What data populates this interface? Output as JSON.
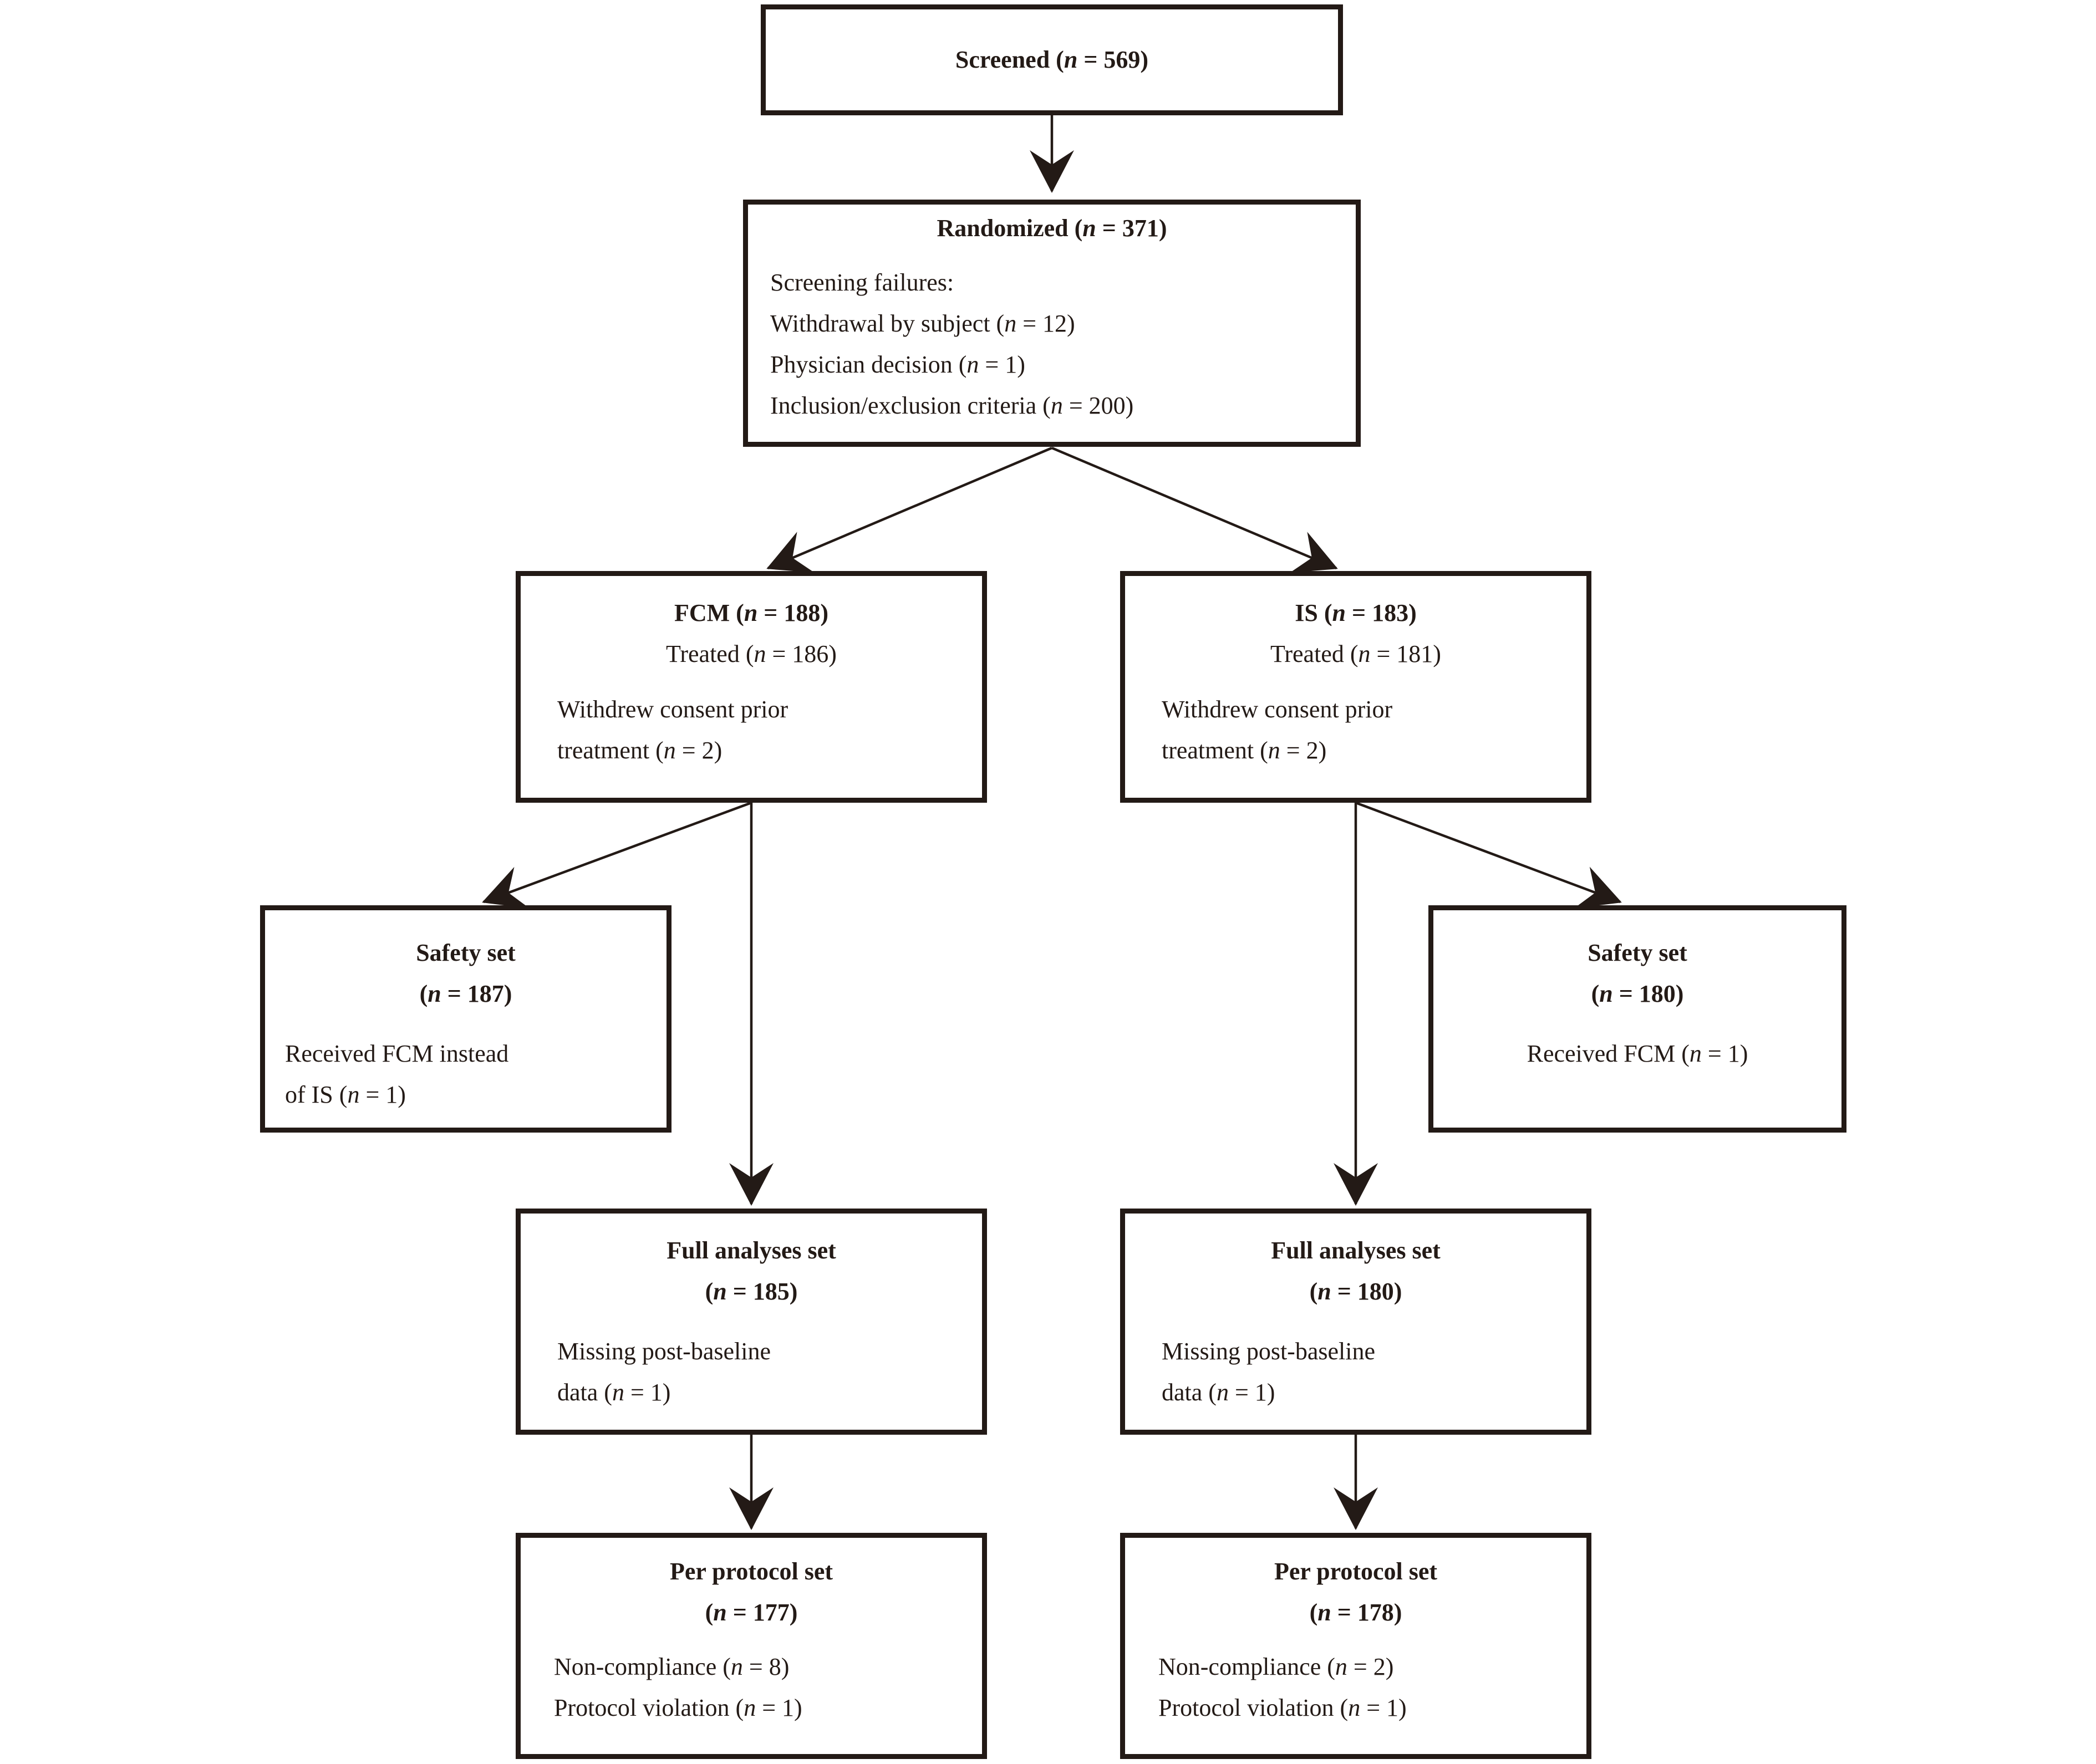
{
  "colors": {
    "ink": "#231a16",
    "background": "#ffffff"
  },
  "nodes": {
    "screened": {
      "title": "Screened (n = 569)"
    },
    "randomized": {
      "title": "Randomized (n = 371)",
      "lines": [
        "Screening failures:",
        "Withdrawal by subject (n = 12)",
        "Physician decision (n = 1)",
        "Inclusion/exclusion criteria (n = 200)"
      ]
    },
    "fcm": {
      "title": "FCM (n = 188)",
      "subtitle": "Treated (n = 186)",
      "lines": [
        "Withdrew consent prior",
        "treatment (n = 2)"
      ]
    },
    "is": {
      "title": "IS (n = 183)",
      "subtitle": "Treated (n = 181)",
      "lines": [
        "Withdrew consent prior",
        "treatment (n = 2)"
      ]
    },
    "safety_fcm": {
      "title": "Safety set",
      "count": "(n = 187)",
      "lines": [
        "Received FCM instead",
        "of IS (n = 1)"
      ]
    },
    "safety_is": {
      "title": "Safety set",
      "count": "(n = 180)",
      "lines": [
        "Received FCM (n = 1)"
      ]
    },
    "fas_fcm": {
      "title": "Full analyses set",
      "count": "(n = 185)",
      "lines": [
        "Missing post-baseline",
        "data (n = 1)"
      ]
    },
    "fas_is": {
      "title": "Full analyses set",
      "count": "(n = 180)",
      "lines": [
        "Missing post-baseline",
        "data (n = 1)"
      ]
    },
    "pps_fcm": {
      "title": "Per protocol set",
      "count": "(n = 177)",
      "lines": [
        "Non-compliance (n = 8)",
        "Protocol violation (n = 1)"
      ]
    },
    "pps_is": {
      "title": "Per protocol set",
      "count": "(n = 178)",
      "lines": [
        "Non-compliance (n = 2)",
        "Protocol violation (n = 1)"
      ]
    }
  }
}
